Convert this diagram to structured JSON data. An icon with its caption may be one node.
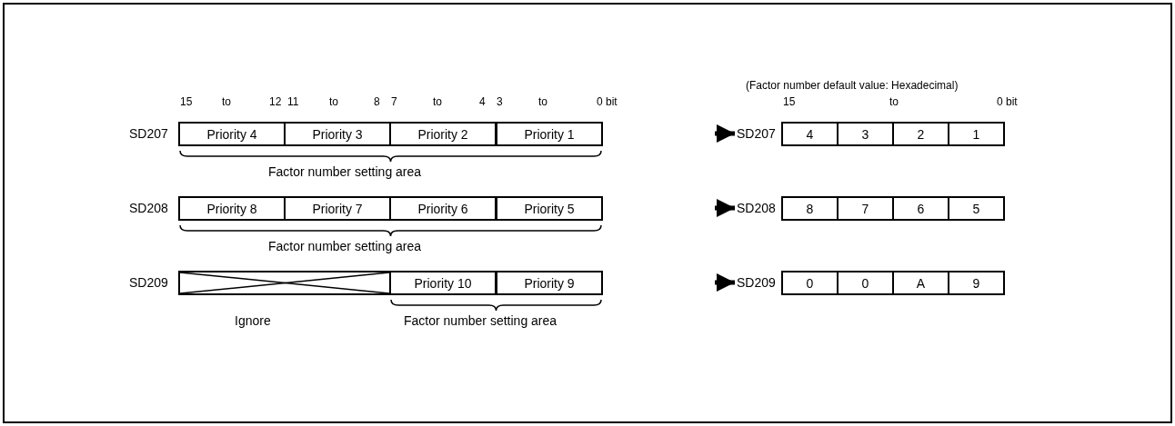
{
  "diagram": {
    "nodes": [
      {
        "text": [
          "Priority 4"
        ]
      },
      {
        "text": [
          "Priority 3"
        ]
      },
      {
        "text": [
          "Priority 2"
        ]
      },
      {
        "text": [
          "Priority 1"
        ]
      },
      {
        "text": [
          "SD207"
        ]
      },
      {
        "text": [
          "4"
        ]
      },
      {
        "text": [
          "3"
        ]
      },
      {
        "text": [
          "2"
        ]
      },
      {
        "text": [
          "1"
        ]
      },
      {
        "text": [
          "Priority 8"
        ]
      },
      {
        "text": [
          "Priority 7"
        ]
      },
      {
        "text": [
          "Priority 6"
        ]
      },
      {
        "text": [
          "Priority 5"
        ]
      },
      {
        "text": [
          "SD208"
        ]
      },
      {
        "text": [
          "8"
        ]
      },
      {
        "text": [
          "7"
        ]
      },
      {
        "text": [
          "6"
        ]
      },
      {
        "text": [
          "5"
        ]
      },
      {
        "text": [],
        "shape": "box"
      },
      {
        "text": [
          "Priority 10"
        ]
      },
      {
        "text": [
          "Priority 9"
        ]
      },
      {
        "text": [
          "SD209"
        ]
      },
      {
        "text": [
          "0"
        ]
      },
      {
        "text": [
          "0"
        ]
      },
      {
        "text": [
          "A"
        ]
      },
      {
        "text": [
          "9"
        ]
      }
    ],
    "edges": [
      {
        "from": null,
        "to": 4,
        "arrow": "to"
      },
      {
        "from": null,
        "to": 13,
        "arrow": "to"
      },
      {
        "from": null,
        "to": 21,
        "arrow": "to"
      }
    ],
    "labels": [
      "(Factor number default value: Hexadecimal)",
      "15",
      "to",
      "12",
      "11",
      "to",
      "8",
      "7",
      "to",
      "4",
      "3",
      "to",
      "0 bit",
      "15",
      "to",
      "0 bit",
      "SD207",
      "Factor number setting area",
      "SD208",
      "Factor number setting area",
      "SD209",
      "Ignore",
      "Factor number setting area"
    ]
  }
}
